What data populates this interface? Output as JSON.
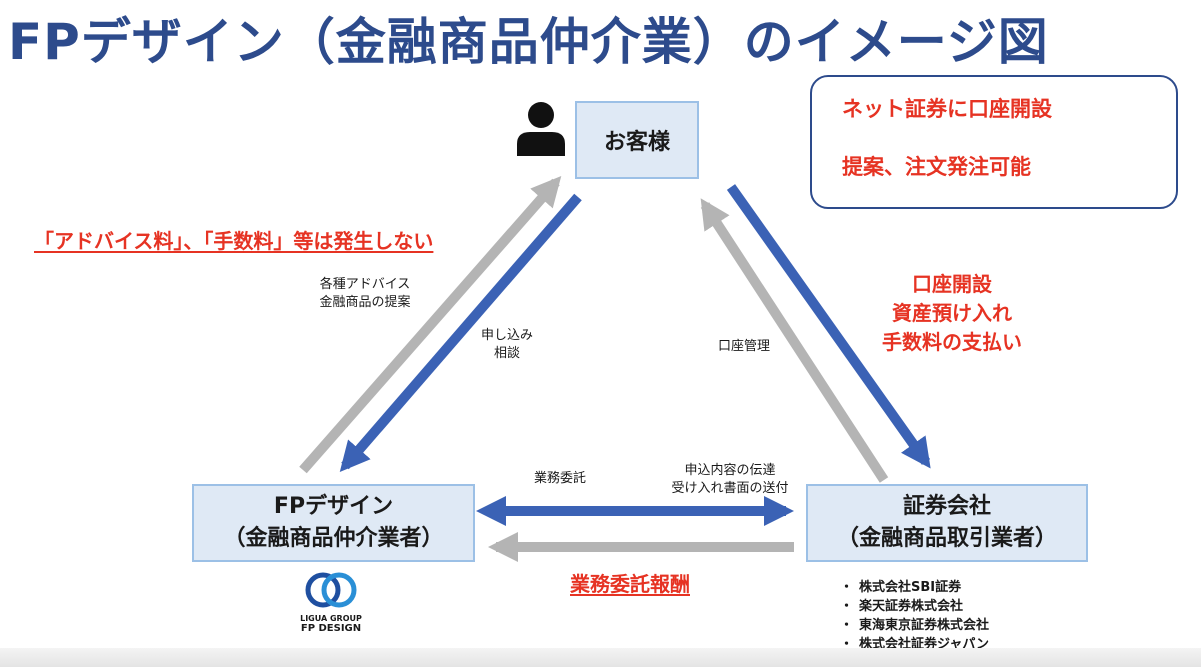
{
  "title": "FPデザイン（金融商品仲介業）のイメージ図",
  "nodes": {
    "customer": "お客様",
    "fp_line1": "FPデザイン",
    "fp_line2": "（金融商品仲介業者）",
    "sec_line1": "証券会社",
    "sec_line2": "（金融商品取引業者）"
  },
  "callout": {
    "line1": "ネット証券に口座開設",
    "line2": "提案、注文発注可能"
  },
  "labels": {
    "advice_1": "各種アドバイス",
    "advice_2": "金融商品の提案",
    "apply_1": "申し込み",
    "apply_2": "相談",
    "account_mgmt": "口座管理",
    "consign": "業務委託",
    "transmit_1": "申込内容の伝達",
    "transmit_2": "受け入れ書面の送付"
  },
  "red_labels": {
    "no_fee": "「アドバイス料」、「手数料」等は発生しない",
    "right_1": "口座開設",
    "right_2": "資産預け入れ",
    "right_3": "手数料の支払い",
    "fee": "業務委託報酬"
  },
  "brokers": [
    "株式会社SBI証券",
    "楽天証券株式会社",
    "東海東京証券株式会社",
    "株式会社証券ジャパン"
  ],
  "logo": {
    "line1": "LIGUA GROUP",
    "line2": "FP DESIGN"
  },
  "colors": {
    "title": "#2d4b8c",
    "blue_arrow": "#3b62b5",
    "gray_arrow": "#b4b4b4",
    "red_text": "#e63323",
    "node_fill": "#dfe9f5"
  }
}
